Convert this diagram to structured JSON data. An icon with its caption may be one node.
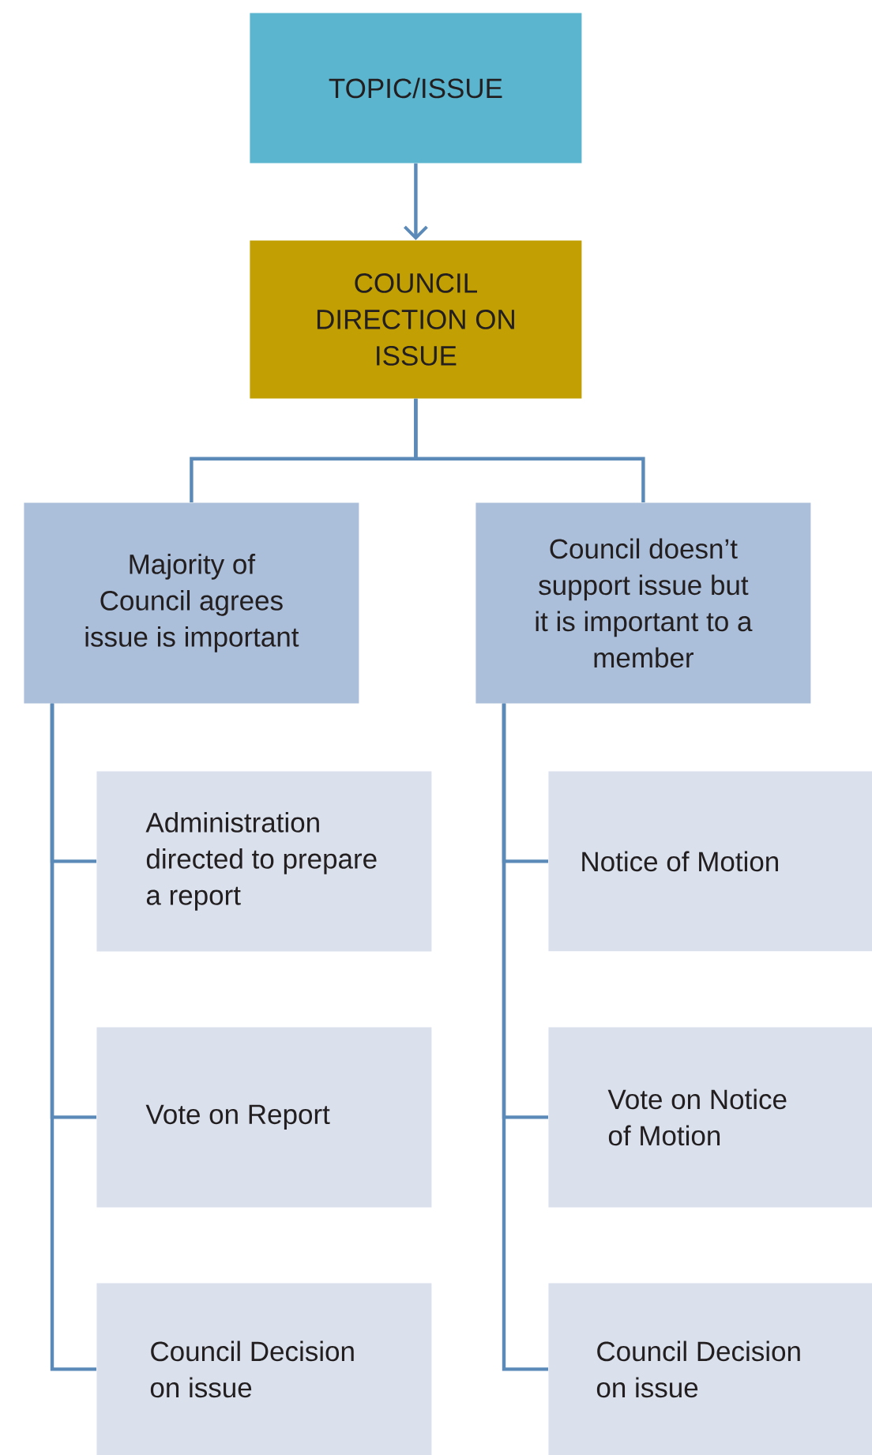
{
  "diagram": {
    "nodes": [
      {
        "text": [
          "TOPIC/ISSUE"
        ]
      },
      {
        "text": [
          "COUNCIL DIRECTION ON ISSUE"
        ]
      },
      {
        "text": [
          "Majority of Council agrees issue is important"
        ]
      },
      {
        "text": [
          "Council doesn’t support issue but it is important to a member"
        ]
      },
      {
        "text": [
          "Administration directed to prepare a report"
        ]
      },
      {
        "text": [
          "Vote on Report"
        ]
      },
      {
        "text": [
          "Council Decision on issue"
        ]
      },
      {
        "text": [
          "Notice of Motion"
        ]
      },
      {
        "text": [
          "Vote on Notice of Motion"
        ]
      },
      {
        "text": [
          "Council Decision on issue"
        ]
      }
    ],
    "edges": [
      {
        "from": 0,
        "to": 1,
        "arrow": "to"
      },
      {
        "from": 1,
        "to": 2,
        "arrow": "none"
      },
      {
        "from": 1,
        "to": 3,
        "arrow": "none"
      },
      {
        "from": 2,
        "to": 4,
        "arrow": "none"
      },
      {
        "from": 2,
        "to": 5,
        "arrow": "none"
      },
      {
        "from": 2,
        "to": 6,
        "arrow": "none"
      },
      {
        "from": 3,
        "to": 7,
        "arrow": "none"
      },
      {
        "from": 3,
        "to": 8,
        "arrow": "none"
      },
      {
        "from": 3,
        "to": 9,
        "arrow": "none"
      }
    ]
  }
}
